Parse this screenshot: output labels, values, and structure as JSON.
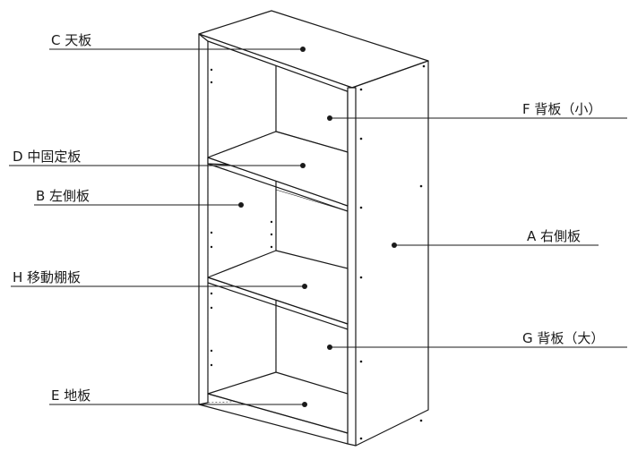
{
  "labels": {
    "c": "C 天板",
    "d": "D 中固定板",
    "b": "B 左側板",
    "h": "H 移動棚板",
    "e": "E 地板",
    "f": "F 背板（小）",
    "a": "A 右側板",
    "g": "G 背板（大）"
  },
  "colors": {
    "line": "#1a1a1a",
    "panel": "#ffffff"
  }
}
